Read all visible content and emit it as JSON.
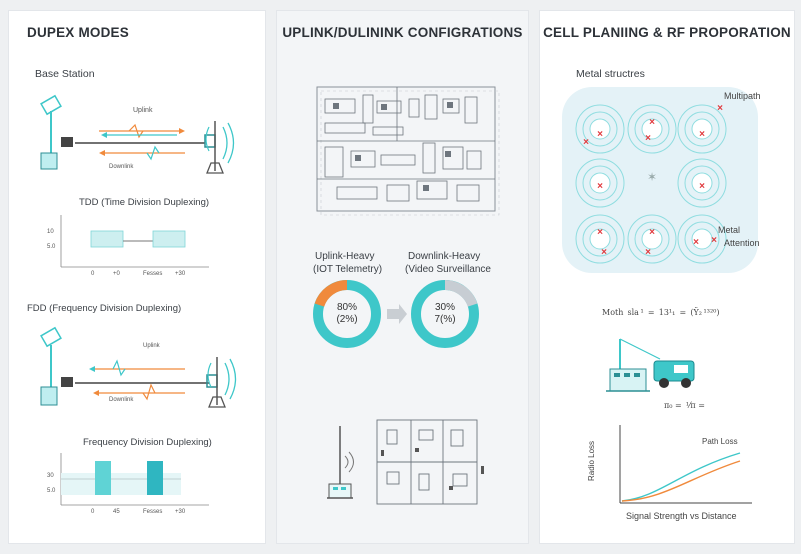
{
  "panels": {
    "duplex": {
      "title": "DUPEX MODES",
      "base_station": "Base Station",
      "uplink": "Uplink",
      "downlink": "Downlink",
      "tdd_title": "TDD (Time Division Duplexing)",
      "tdd_yticks": [
        "10",
        "5.0"
      ],
      "tdd_xticks": [
        "0",
        "+0",
        "Fesses",
        "+30"
      ],
      "fdd_title": "FDD (Frequency Division Duplexing)",
      "fdd_uplink": "Uplink",
      "fdd_downlink": "Downlink",
      "fdd_chart_title": "Frequency Division Duplexing)",
      "fdd_yticks": [
        "30",
        "5.0"
      ],
      "fdd_xticks": [
        "0",
        "45",
        "Fesses",
        "+30"
      ]
    },
    "uplink": {
      "title": "UPLINK/DULININK CONFIGRATIONS",
      "left_label_1": "Uplink-Heavy",
      "left_label_2": "(IOT Telemetry)",
      "right_label_1": "Downlink-Heavy",
      "right_label_2": "(Video Surveillance",
      "left_donut_line1": "80%",
      "left_donut_line2": "(2%)",
      "right_donut_line1": "30%",
      "right_donut_line2": "7(%)",
      "left_donut_accent_fraction": 0.2,
      "right_donut_accent_fraction": 0.2
    },
    "cell": {
      "title": "CELL PLANIING & RF PROPORATION",
      "metal_structures": "Metal structres",
      "multipath": "Multipath",
      "metal": "Metal",
      "attention": "Attention",
      "formula1": "Moth  sla ¹  =  13¹₁  =  (Ÿ₂ ¹³²⁰)",
      "formula2": "π₀ =  ¹⁄π =",
      "ylabel": "Radio Loss",
      "path_loss": "Path Loss",
      "xlabel": "Signal Strength vs Distance"
    }
  },
  "colors": {
    "teal": "#3ec7c9",
    "orange": "#f08a3c",
    "red": "#e0383c",
    "gray": "#c7cdd3"
  }
}
